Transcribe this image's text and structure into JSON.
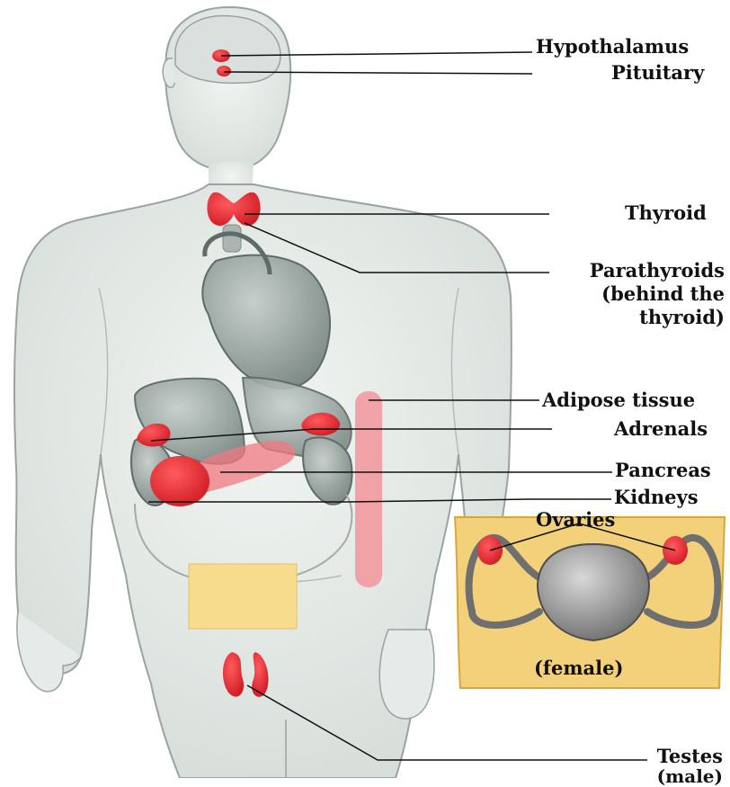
{
  "labels": {
    "hypothalamus": "Hypothalamus",
    "pituitary": "Pituitary",
    "thyroid": "Thyroid",
    "parathyroids": [
      "Parathyroids",
      "(behind the",
      "thyroid)"
    ],
    "adipose": "Adipose tissue",
    "adrenals": "Adrenals",
    "pancreas": "Pancreas",
    "kidneys": "Kidneys",
    "ovaries": "Ovaries",
    "female": "(female)",
    "testes": [
      "Testes",
      "(male)"
    ]
  },
  "colors": {
    "skin": "#e6ece9",
    "skin_outline": "#9aa39f",
    "gland": "#e8262d",
    "adipose": "#f29aa0",
    "organ": "#8e9a96",
    "inset_bg": "#f3d17a",
    "inset_border": "#d6a838",
    "pelvis_box": "#f7dc8e"
  }
}
